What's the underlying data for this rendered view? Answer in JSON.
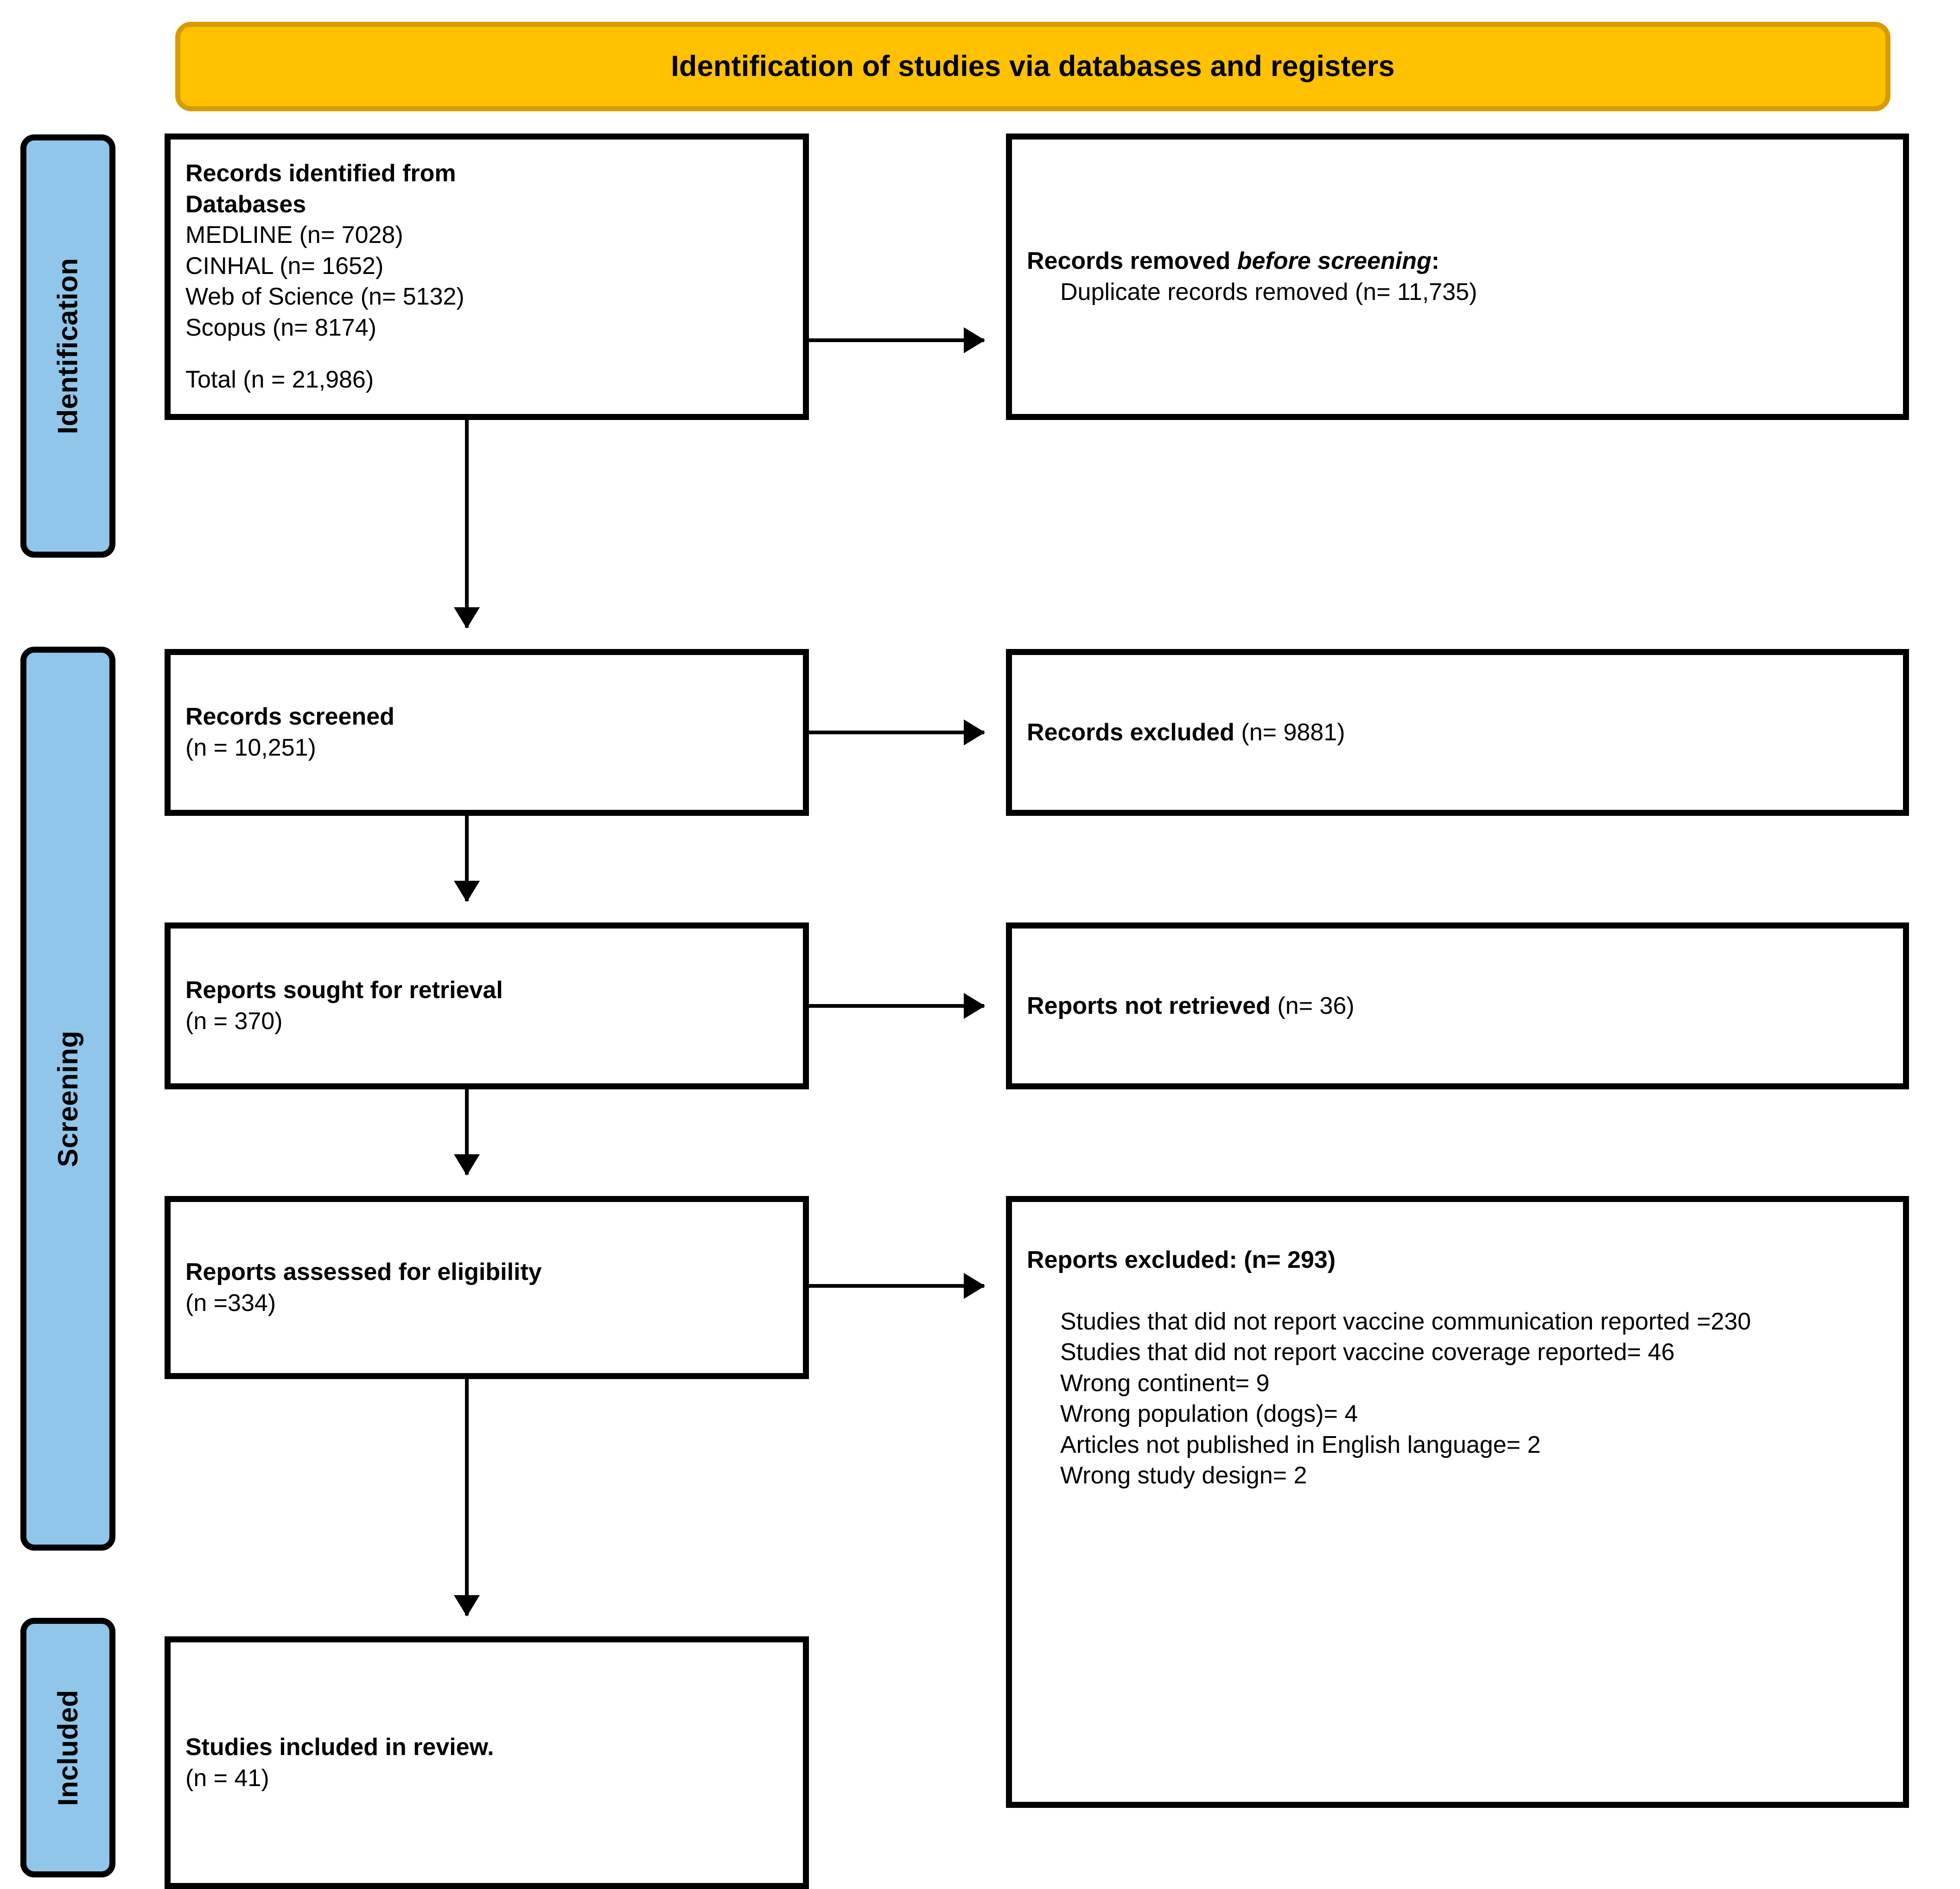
{
  "banner": {
    "title": "Identification of studies via databases and registers"
  },
  "stages": [
    {
      "id": "identification",
      "label": "Identification"
    },
    {
      "id": "screening",
      "label": "Screening"
    },
    {
      "id": "included",
      "label": "Included"
    }
  ],
  "colors": {
    "banner_fill": "#FFC100",
    "banner_border": "#D89B00",
    "stage_fill": "#8FC6E9",
    "box_border": "#000000",
    "text": "#000000"
  },
  "boxes": {
    "identified": {
      "heading_line1": "Records identified from",
      "heading_line2": "Databases",
      "sources": [
        "MEDLINE (n= 7028)",
        "CINHAL (n= 1652)",
        "Web of Science (n= 5132)",
        "Scopus (n= 8174)"
      ],
      "total": "Total (n = 21,986)"
    },
    "removed": {
      "heading_prefix": "Records removed ",
      "heading_emphasis": "before screening",
      "heading_suffix": ":",
      "detail": "Duplicate records removed (n= 11,735)"
    },
    "screened": {
      "heading": "Records screened",
      "count": "(n = 10,251)"
    },
    "excluded": {
      "heading": "Records excluded ",
      "count": "(n= 9881)"
    },
    "sought": {
      "heading": "Reports sought for retrieval",
      "count": "(n = 370)"
    },
    "not_retrieved": {
      "heading": "Reports not retrieved ",
      "count": "(n= 36)"
    },
    "assessed": {
      "heading": "Reports assessed for eligibility",
      "count": "(n =334)"
    },
    "reports_excluded": {
      "heading": "Reports excluded: (n= 293)",
      "reasons": [
        "Studies that did not report vaccine communication reported =230",
        "Studies that did not report vaccine coverage reported= 46",
        "Wrong continent= 9",
        "Wrong population (dogs)= 4",
        "Articles not published in English language= 2",
        "Wrong study design= 2"
      ]
    },
    "included": {
      "heading": "Studies included in review.",
      "count": "(n = 41)"
    }
  }
}
